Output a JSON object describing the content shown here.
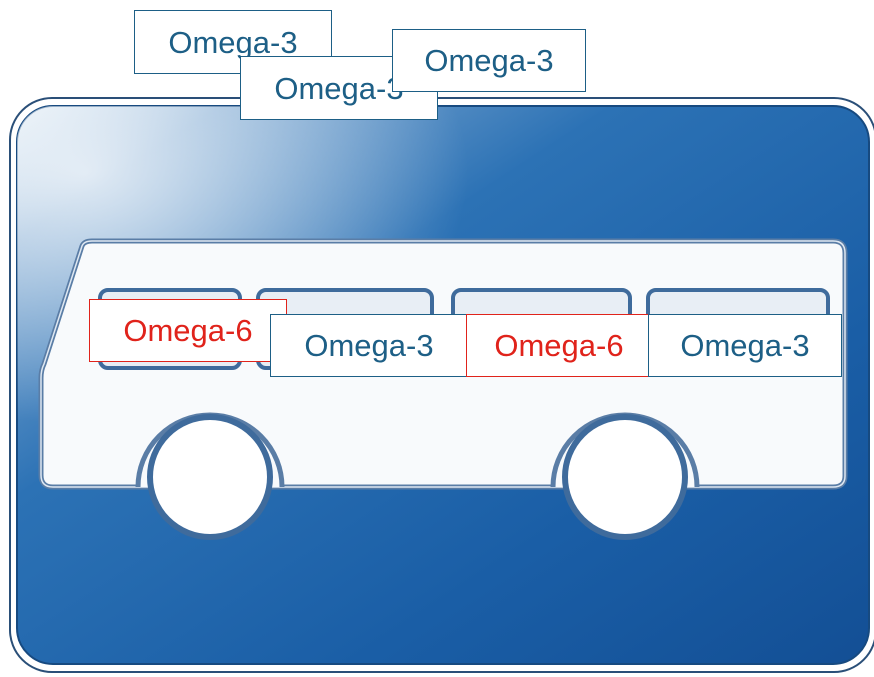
{
  "colors": {
    "omega3": "#1d5f86",
    "omega6": "#e0231b",
    "sign_blue": "#1d67ad"
  },
  "icon": "bus-icon",
  "labels": {
    "top_left": "Omega-3",
    "top_middle": "Omega-3",
    "top_right": "Omega-3",
    "window_1": "Omega-6",
    "window_2": "Omega-3",
    "window_3": "Omega-6",
    "window_4": "Omega-3"
  }
}
